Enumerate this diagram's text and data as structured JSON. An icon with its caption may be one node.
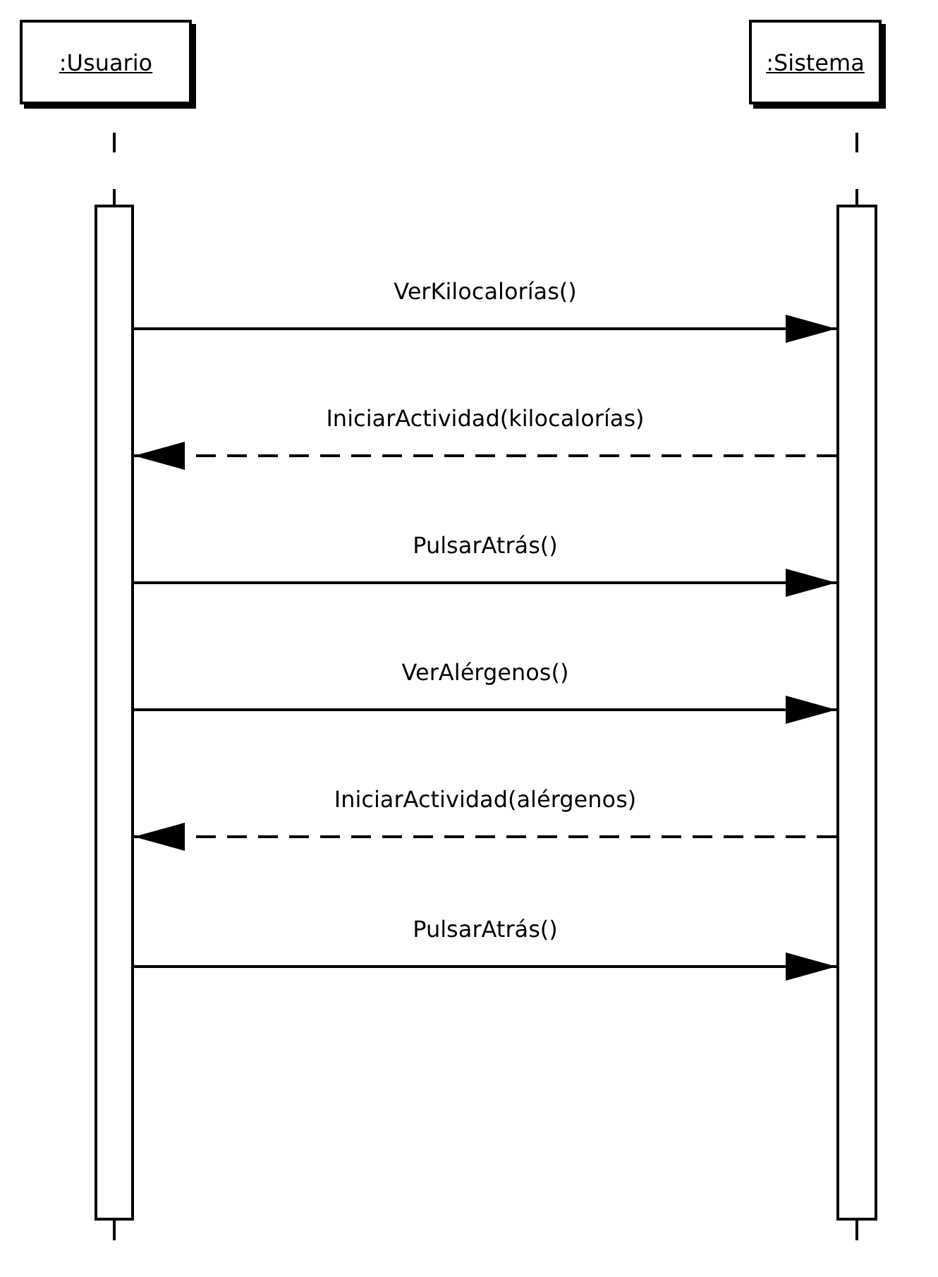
{
  "diagram": {
    "nodes": [
      {
        "text": [
          ":Usuario"
        ]
      },
      {
        "text": [
          ":Sistema"
        ]
      },
      {
        "text": [],
        "shape": "bar"
      },
      {
        "text": [],
        "shape": "bar"
      }
    ],
    "edges": [
      {
        "from": 0,
        "to": 2,
        "arrow": "none",
        "style": "dashed"
      },
      {
        "from": 1,
        "to": 3,
        "arrow": "none",
        "style": "dashed"
      },
      {
        "from": 2,
        "to": 3,
        "arrow": "to",
        "label": "VerKilocalorías()"
      },
      {
        "from": 3,
        "to": 2,
        "arrow": "to",
        "label": "IniciarActividad(kilocalorías)",
        "style": "dashed"
      },
      {
        "from": 2,
        "to": 3,
        "arrow": "to",
        "label": "PulsarAtrás()"
      },
      {
        "from": 2,
        "to": 3,
        "arrow": "to",
        "label": "VerAlérgenos()"
      },
      {
        "from": 3,
        "to": 2,
        "arrow": "to",
        "label": "IniciarActividad(alérgenos)",
        "style": "dashed"
      },
      {
        "from": 2,
        "to": 3,
        "arrow": "to",
        "label": "PulsarAtrás()"
      },
      {
        "from": 2,
        "to": null,
        "arrow": "none",
        "style": "dashed"
      },
      {
        "from": 3,
        "to": null,
        "arrow": "none",
        "style": "dashed"
      }
    ]
  }
}
